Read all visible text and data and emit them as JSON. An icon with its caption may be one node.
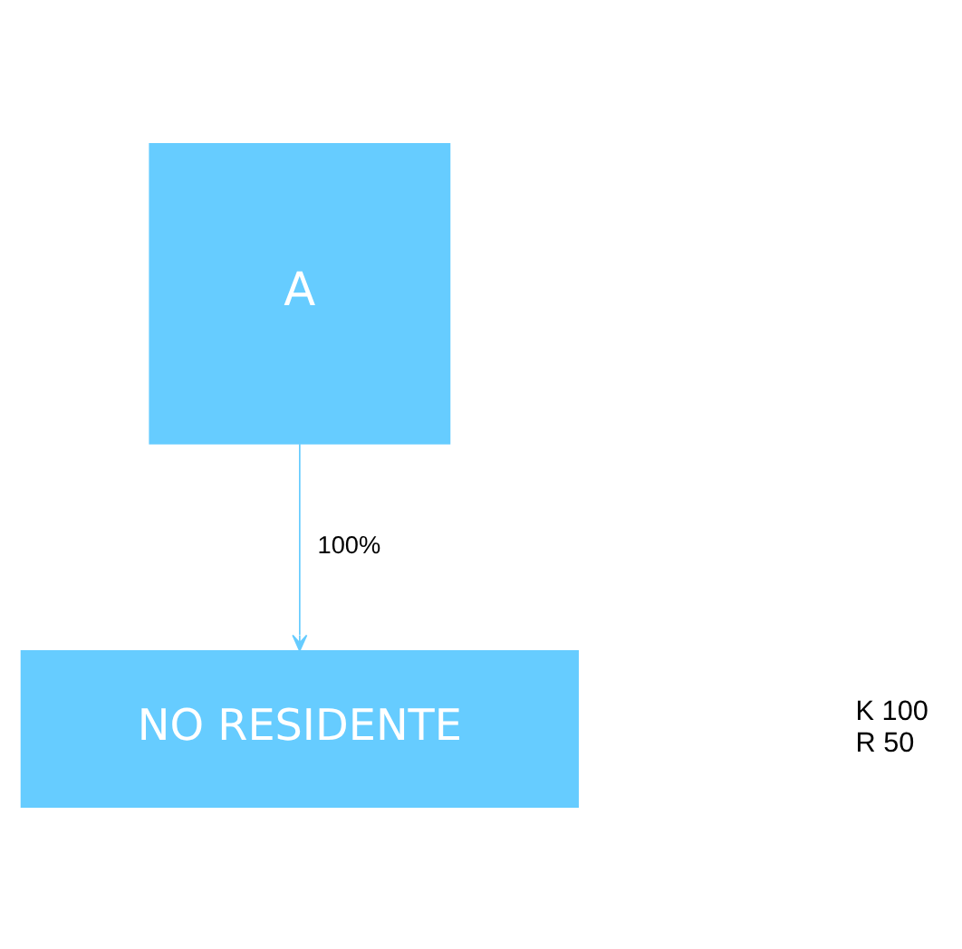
{
  "diagram": {
    "nodes": [
      {
        "text": [
          "A"
        ]
      },
      {
        "text": [
          "NO RESIDENTE"
        ],
        "beside": [
          "K 100",
          "R 50"
        ]
      }
    ],
    "edges": [
      {
        "from": 0,
        "to": 1,
        "arrow": "to",
        "label": "100%"
      }
    ]
  }
}
